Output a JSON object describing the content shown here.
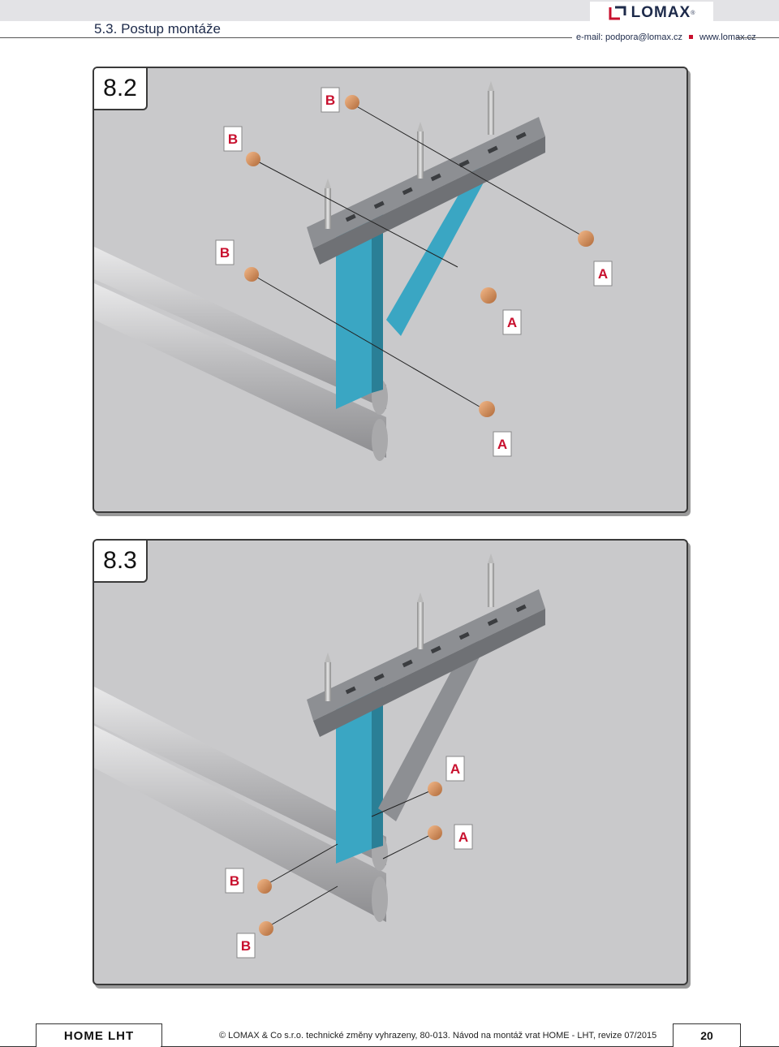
{
  "header": {
    "section_title": "5.3. Postup montáže",
    "brand": "LOMAX",
    "brand_mark": "®",
    "email": "e-mail: podpora@lomax.cz",
    "website": "www.lomax.cz",
    "accent_color": "#c8102e",
    "brand_color": "#1d2a4a"
  },
  "panels": [
    {
      "label": "8.2",
      "tags": [
        "B",
        "B",
        "B",
        "A",
        "A",
        "A"
      ]
    },
    {
      "label": "8.3",
      "tags": [
        "A",
        "A",
        "B",
        "B"
      ]
    }
  ],
  "footer": {
    "product": "HOME LHT",
    "copyright": "© LOMAX & Co s.r.o. technické změny vyhrazeny, 80-013. Návod na montáž vrat HOME - LHT, revize 07/2015",
    "page_number": "20"
  }
}
